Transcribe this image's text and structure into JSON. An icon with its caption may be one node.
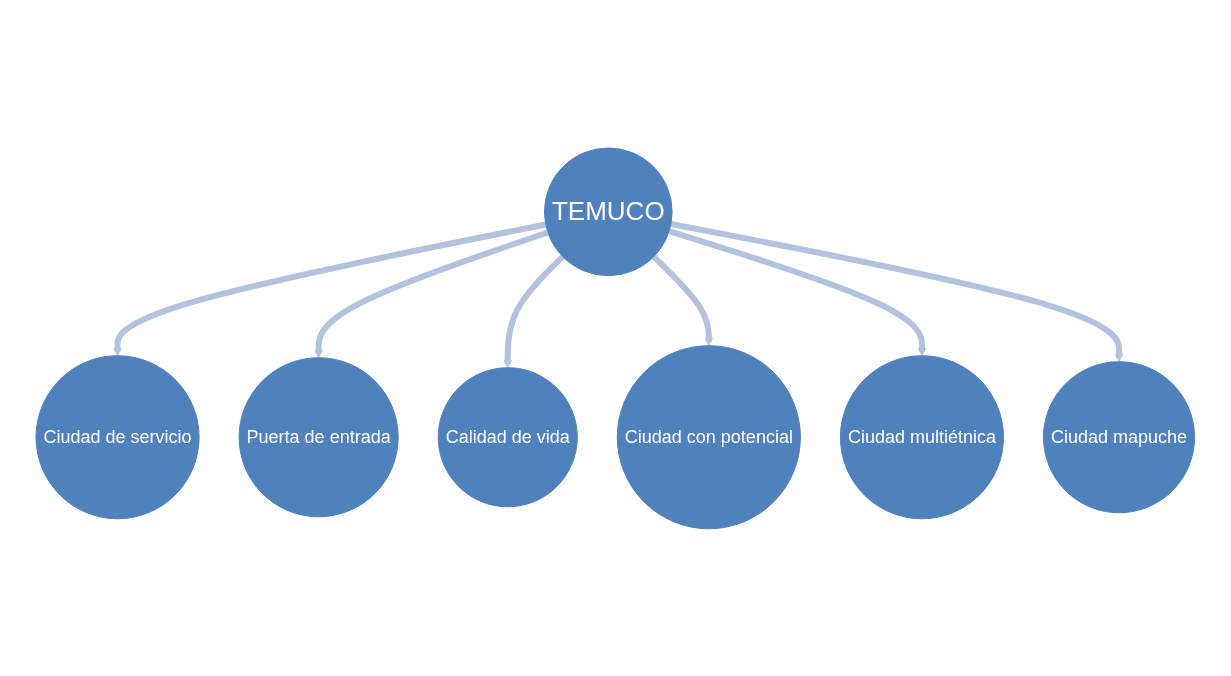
{
  "diagram": {
    "nodes": [
      {
        "text": [
          "TEMUCO"
        ]
      },
      {
        "text": [
          "Ciudad de servicio"
        ]
      },
      {
        "text": [
          "Puerta de entrada"
        ]
      },
      {
        "text": [
          "Calidad de vida"
        ]
      },
      {
        "text": [
          "Ciudad con potencial"
        ]
      },
      {
        "text": [
          "Ciudad multiétnica"
        ]
      },
      {
        "text": [
          "Ciudad mapuche"
        ]
      }
    ],
    "edges": [
      {
        "from": 0,
        "to": 1,
        "arrow": "to"
      },
      {
        "from": 0,
        "to": 2,
        "arrow": "to"
      },
      {
        "from": 0,
        "to": 3,
        "arrow": "to"
      },
      {
        "from": 0,
        "to": 4,
        "arrow": "to"
      },
      {
        "from": 0,
        "to": 5,
        "arrow": "to"
      },
      {
        "from": 0,
        "to": 6,
        "arrow": "to"
      }
    ]
  }
}
